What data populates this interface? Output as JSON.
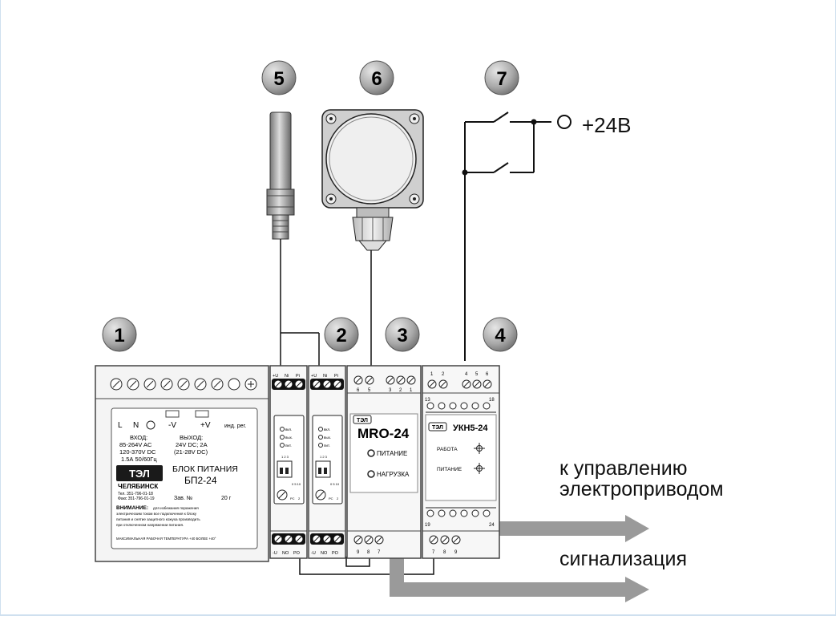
{
  "callouts": [
    "1",
    "2",
    "3",
    "4",
    "5",
    "6",
    "7"
  ],
  "supply": {
    "label": "+24В"
  },
  "outputs": {
    "control": [
      "к управлению",
      "электроприводом"
    ],
    "signal": "сигнализация"
  },
  "psu": {
    "terminals": [
      "L",
      "N",
      "-V",
      "+V",
      "инд. рег."
    ],
    "input": [
      "ВХОД:",
      "85-264V AC",
      "120-370V DC",
      "1.5А 50/60Гц"
    ],
    "output": [
      "ВЫХОД:",
      "24V DC; 2A",
      "(21-28V DC)"
    ],
    "brand": "ТЭЛ",
    "city": "ЧЕЛЯБИНСК",
    "phones": [
      "Тел. 351-796-01-18",
      "Факс 351-796-01-19"
    ],
    "title": [
      "БЛОК ПИТАНИЯ",
      "БП2-24"
    ],
    "serial": "Зав. №",
    "year": "20    г",
    "warning_head": "ВНИМАНИЕ:",
    "warning": [
      "для избежания поражения",
      "электрическим током все подключения к блоку",
      "питания и снятие защитного кожуха производить",
      "при отключенном напряжении питания."
    ],
    "note": "МАКСИМАЛЬНАЯ РАБОЧАЯ ТЕМПЕРАТУРА +40 БОЛЕЕ +40°"
  },
  "amp": {
    "top": [
      "+U",
      "Ni",
      "Pi"
    ],
    "bottom": [
      "-U",
      "NO",
      "PO"
    ],
    "leds": [
      "вкл.",
      "вых.",
      "пит."
    ],
    "sw": [
      "1 2 3",
      "0 5 10"
    ],
    "ref": [
      "РС",
      "2"
    ]
  },
  "mro": {
    "brand": "ТЭЛ",
    "title": "MRO-24",
    "led1": "ПИТАНИЕ",
    "led2": "НАГРУЗКА",
    "top": [
      "6",
      "5",
      "3",
      "2",
      "1"
    ],
    "bottom": [
      "9",
      "8",
      "7"
    ]
  },
  "ukn": {
    "brand": "ТЭЛ",
    "title": "УКН5-24",
    "work": "РАБОТА",
    "power": "ПИТАНИЕ",
    "top": [
      "1",
      "2",
      "4",
      "5",
      "6"
    ],
    "row1": [
      "13",
      "18"
    ],
    "row2": [
      "19",
      "24"
    ],
    "bottom": [
      "7",
      "8",
      "9"
    ]
  }
}
